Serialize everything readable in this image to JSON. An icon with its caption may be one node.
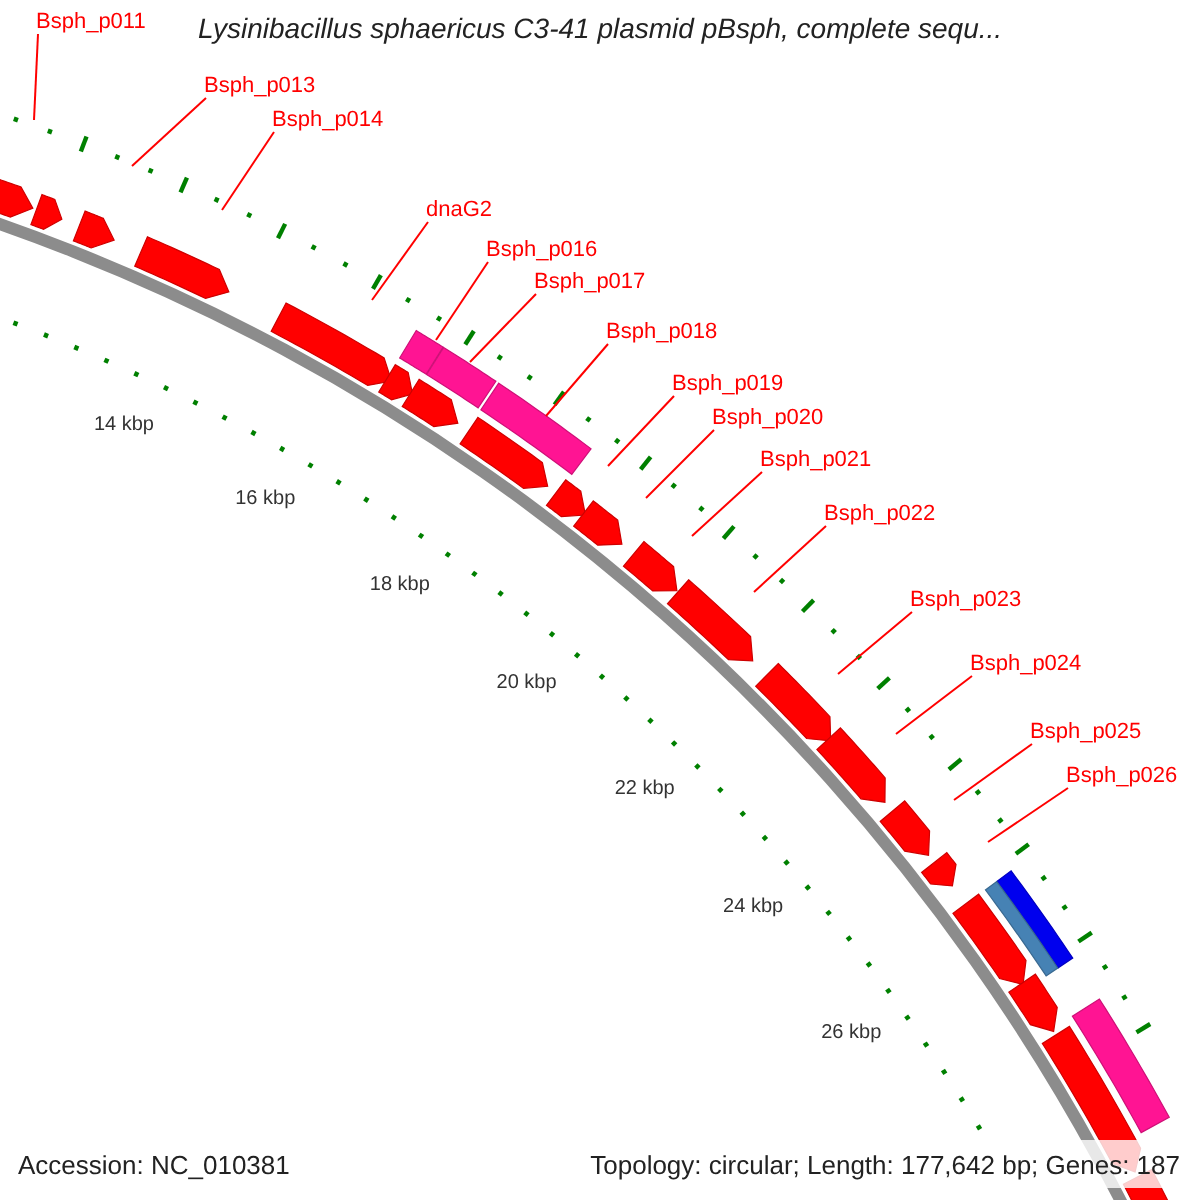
{
  "diagram": {
    "title": "Lysinibacillus sphaericus C3-41 plasmid pBsph, complete sequ...",
    "nodes": [
      {
        "text": [
          "Bsph_p011"
        ]
      },
      {
        "text": [
          "Bsph_p013"
        ]
      },
      {
        "text": [
          "Bsph_p014"
        ]
      },
      {
        "text": [
          "dnaG2"
        ]
      },
      {
        "text": [
          "Bsph_p016"
        ]
      },
      {
        "text": [
          "Bsph_p017"
        ]
      },
      {
        "text": [
          "Bsph_p018"
        ]
      },
      {
        "text": [
          "Bsph_p019"
        ]
      },
      {
        "text": [
          "Bsph_p020"
        ]
      },
      {
        "text": [
          "Bsph_p021"
        ]
      },
      {
        "text": [
          "Bsph_p022"
        ]
      },
      {
        "text": [
          "Bsph_p023"
        ]
      },
      {
        "text": [
          "Bsph_p024"
        ]
      },
      {
        "text": [
          "Bsph_p025"
        ]
      },
      {
        "text": [
          "Bsph_p026"
        ]
      }
    ],
    "edges": [
      {
        "from": 0,
        "to": null,
        "arrow": "none"
      },
      {
        "from": 1,
        "to": null,
        "arrow": "none"
      },
      {
        "from": 2,
        "to": null,
        "arrow": "none"
      },
      {
        "from": 3,
        "to": null,
        "arrow": "none"
      },
      {
        "from": 4,
        "to": null,
        "arrow": "none"
      },
      {
        "from": 5,
        "to": null,
        "arrow": "none"
      },
      {
        "from": 6,
        "to": null,
        "arrow": "none"
      },
      {
        "from": 7,
        "to": null,
        "arrow": "none"
      },
      {
        "from": 8,
        "to": null,
        "arrow": "none"
      },
      {
        "from": 9,
        "to": null,
        "arrow": "none"
      },
      {
        "from": 10,
        "to": null,
        "arrow": "none"
      },
      {
        "from": 11,
        "to": null,
        "arrow": "none"
      },
      {
        "from": 12,
        "to": null,
        "arrow": "none"
      },
      {
        "from": 13,
        "to": null,
        "arrow": "none"
      },
      {
        "from": 14,
        "to": null,
        "arrow": "none"
      }
    ],
    "labels": [
      "14 kbp",
      "16 kbp",
      "18 kbp",
      "20 kbp",
      "22 kbp",
      "24 kbp",
      "26 kbp",
      "Accession: NC_010381",
      "Topology: circular; Length: 177,642 bp; Genes: 187"
    ]
  }
}
